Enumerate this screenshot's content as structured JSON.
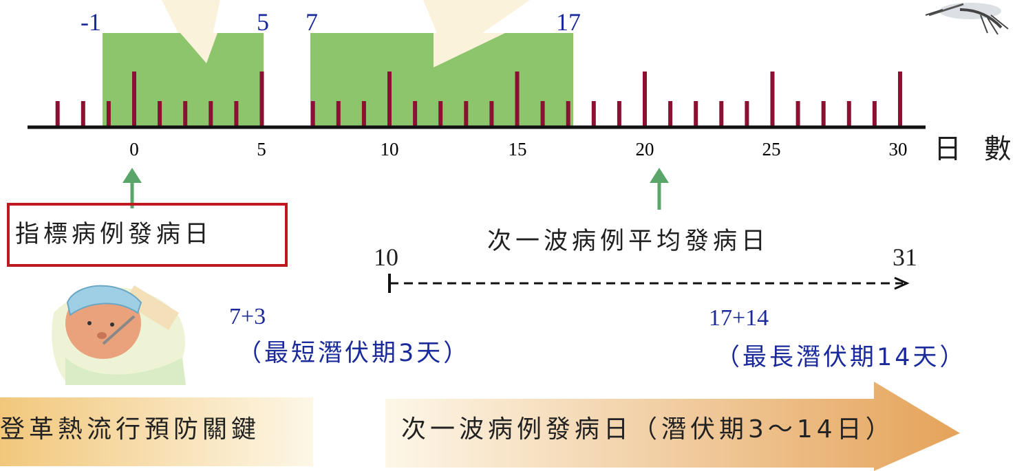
{
  "axis": {
    "unit_label": "日 數",
    "tick_labels": [
      "0",
      "5",
      "10",
      "15",
      "20",
      "25",
      "30"
    ]
  },
  "windows": [
    {
      "start_label": "-1",
      "end_label": "5"
    },
    {
      "start_label": "7",
      "end_label": "17"
    }
  ],
  "markers": {
    "index_case_label": "指標病例發病日",
    "next_wave_mean_label": "次一波病例平均發病日"
  },
  "next_wave_range": {
    "start_label": "10",
    "end_label": "31"
  },
  "incubation": {
    "short_formula": "7+3",
    "short_note": "（最短潛伏期3天）",
    "long_formula": "17+14",
    "long_note": "（最長潛伏期14天）"
  },
  "banners": {
    "left_text": "登革熱流行預防關鍵",
    "right_text": "次一波病例發病日（潛伏期3～14日）"
  },
  "colors": {
    "window_fill": "#8dc56c",
    "tick_color": "#8c1032",
    "axis_color": "#111111",
    "arrow_color": "#5aa66a",
    "highlight_border": "#c0181f",
    "label_blue": "#1a2a9a",
    "banner_gradient_end": "#e5a35a"
  },
  "icons": {
    "illustration_top_right": "mosquito-icon",
    "illustration_patient": "sick-person-icon"
  }
}
